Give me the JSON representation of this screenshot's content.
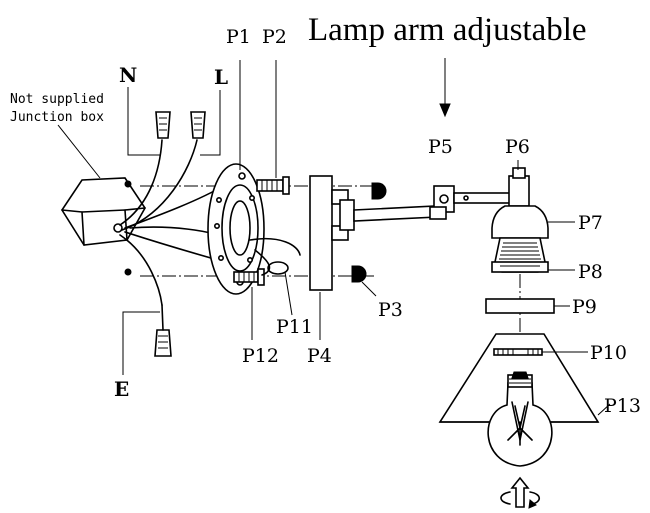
{
  "title": "Lamp arm adjustable",
  "note": {
    "line1": "Not supplied",
    "line2": "Junction box"
  },
  "wires": {
    "neutral": "N",
    "live": "L",
    "earth": "E"
  },
  "parts": {
    "p1": "P1",
    "p2": "P2",
    "p3": "P3",
    "p4": "P4",
    "p5": "P5",
    "p6": "P6",
    "p7": "P7",
    "p8": "P8",
    "p9": "P9",
    "p10": "P10",
    "p11": "P11",
    "p12": "P12",
    "p13": "P13"
  }
}
